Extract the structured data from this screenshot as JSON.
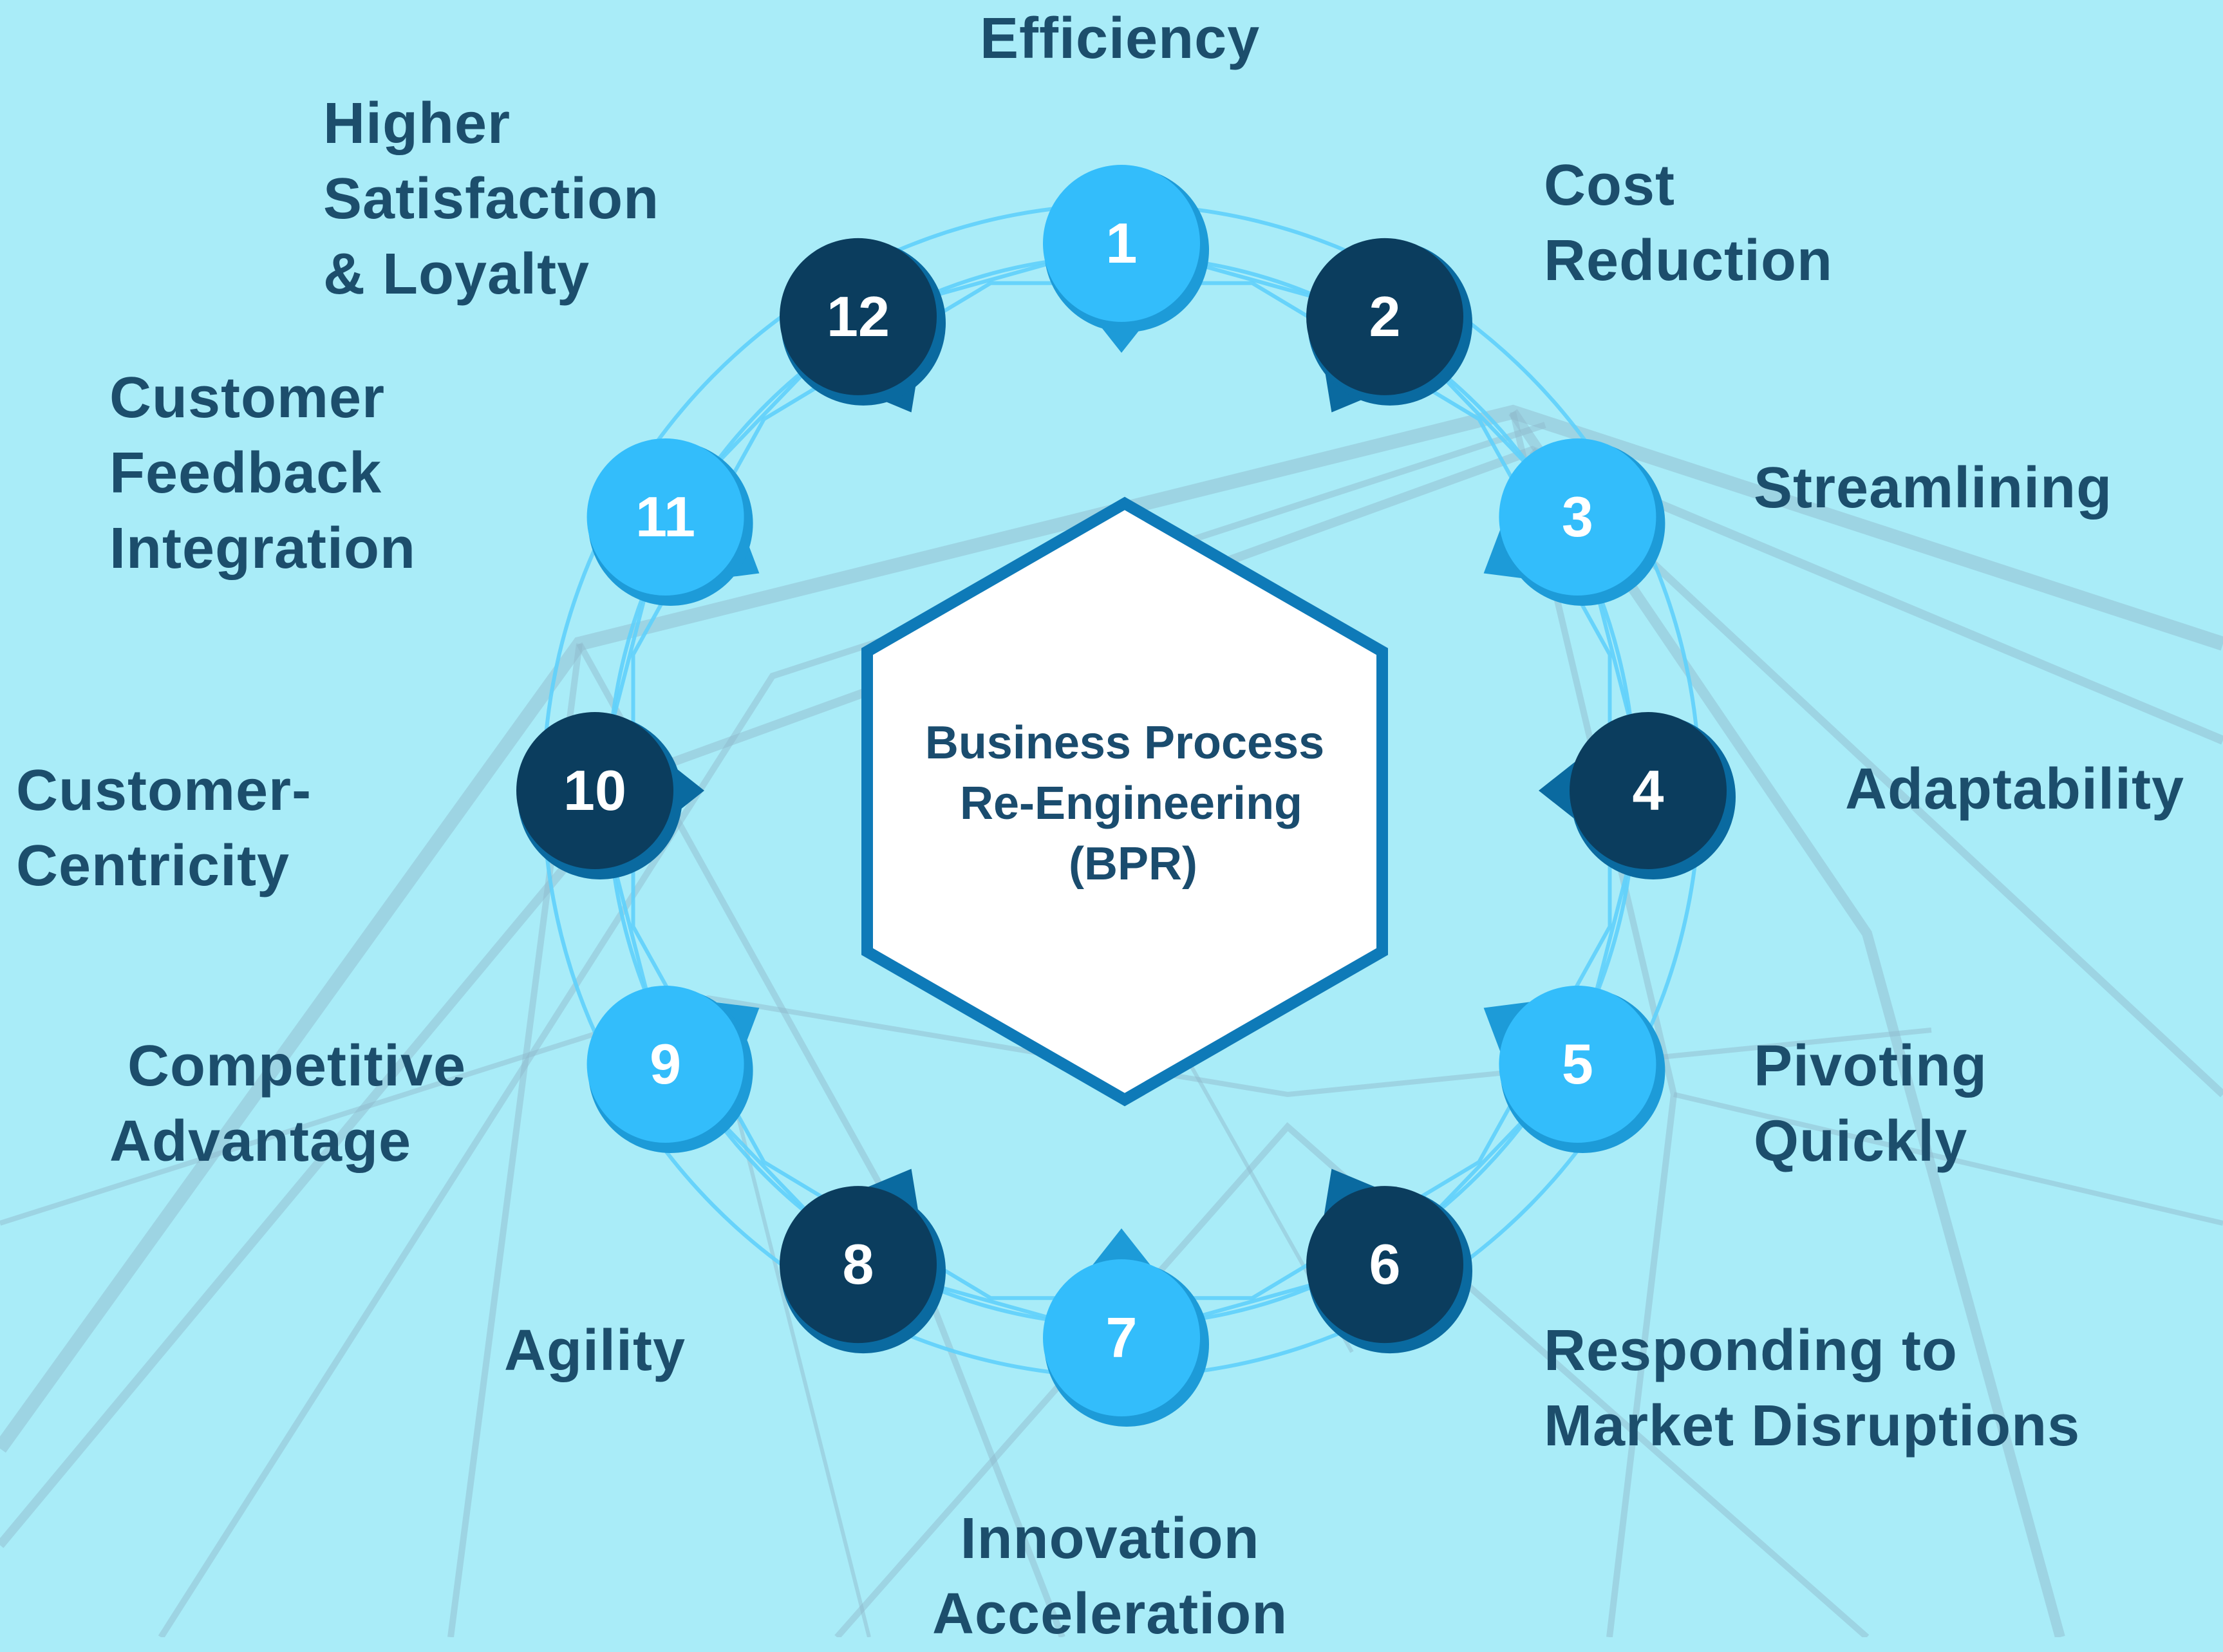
{
  "center": {
    "lines": [
      "Business Process",
      "Re-Engineering",
      "(BPR)"
    ]
  },
  "nodes": [
    {
      "number": "1",
      "label_lines": [
        "Efficiency"
      ],
      "style": "light"
    },
    {
      "number": "2",
      "label_lines": [
        "Cost",
        "Reduction"
      ],
      "style": "dark"
    },
    {
      "number": "3",
      "label_lines": [
        "Streamlining"
      ],
      "style": "light"
    },
    {
      "number": "4",
      "label_lines": [
        "Adaptability"
      ],
      "style": "dark"
    },
    {
      "number": "5",
      "label_lines": [
        "Pivoting",
        "Quickly"
      ],
      "style": "light"
    },
    {
      "number": "6",
      "label_lines": [
        "Responding to",
        "Market Disruptions"
      ],
      "style": "dark"
    },
    {
      "number": "7",
      "label_lines": [
        "Innovation",
        "Acceleration"
      ],
      "style": "light"
    },
    {
      "number": "8",
      "label_lines": [
        "Agility"
      ],
      "style": "dark"
    },
    {
      "number": "9",
      "label_lines": [
        "Competitive",
        "Advantage"
      ],
      "style": "light"
    },
    {
      "number": "10",
      "label_lines": [
        "Customer-",
        "Centricity"
      ],
      "style": "dark"
    },
    {
      "number": "11",
      "label_lines": [
        "Customer",
        "Feedback",
        "Integration"
      ],
      "style": "light"
    },
    {
      "number": "12",
      "label_lines": [
        "Higher",
        "Satisfaction",
        "& Loyalty"
      ],
      "style": "dark"
    }
  ],
  "colors": {
    "background": "#a9ecf8",
    "node_light": "#33bdfb",
    "node_light_rim": "#1d9bd8",
    "node_dark": "#0b3d5e",
    "node_dark_rim": "#0a6aa0",
    "label_text": "#1c4e6c",
    "hex_border": "#0e7ab8",
    "hex_fill": "#ffffff",
    "ring_line": "#5fd0fb"
  }
}
